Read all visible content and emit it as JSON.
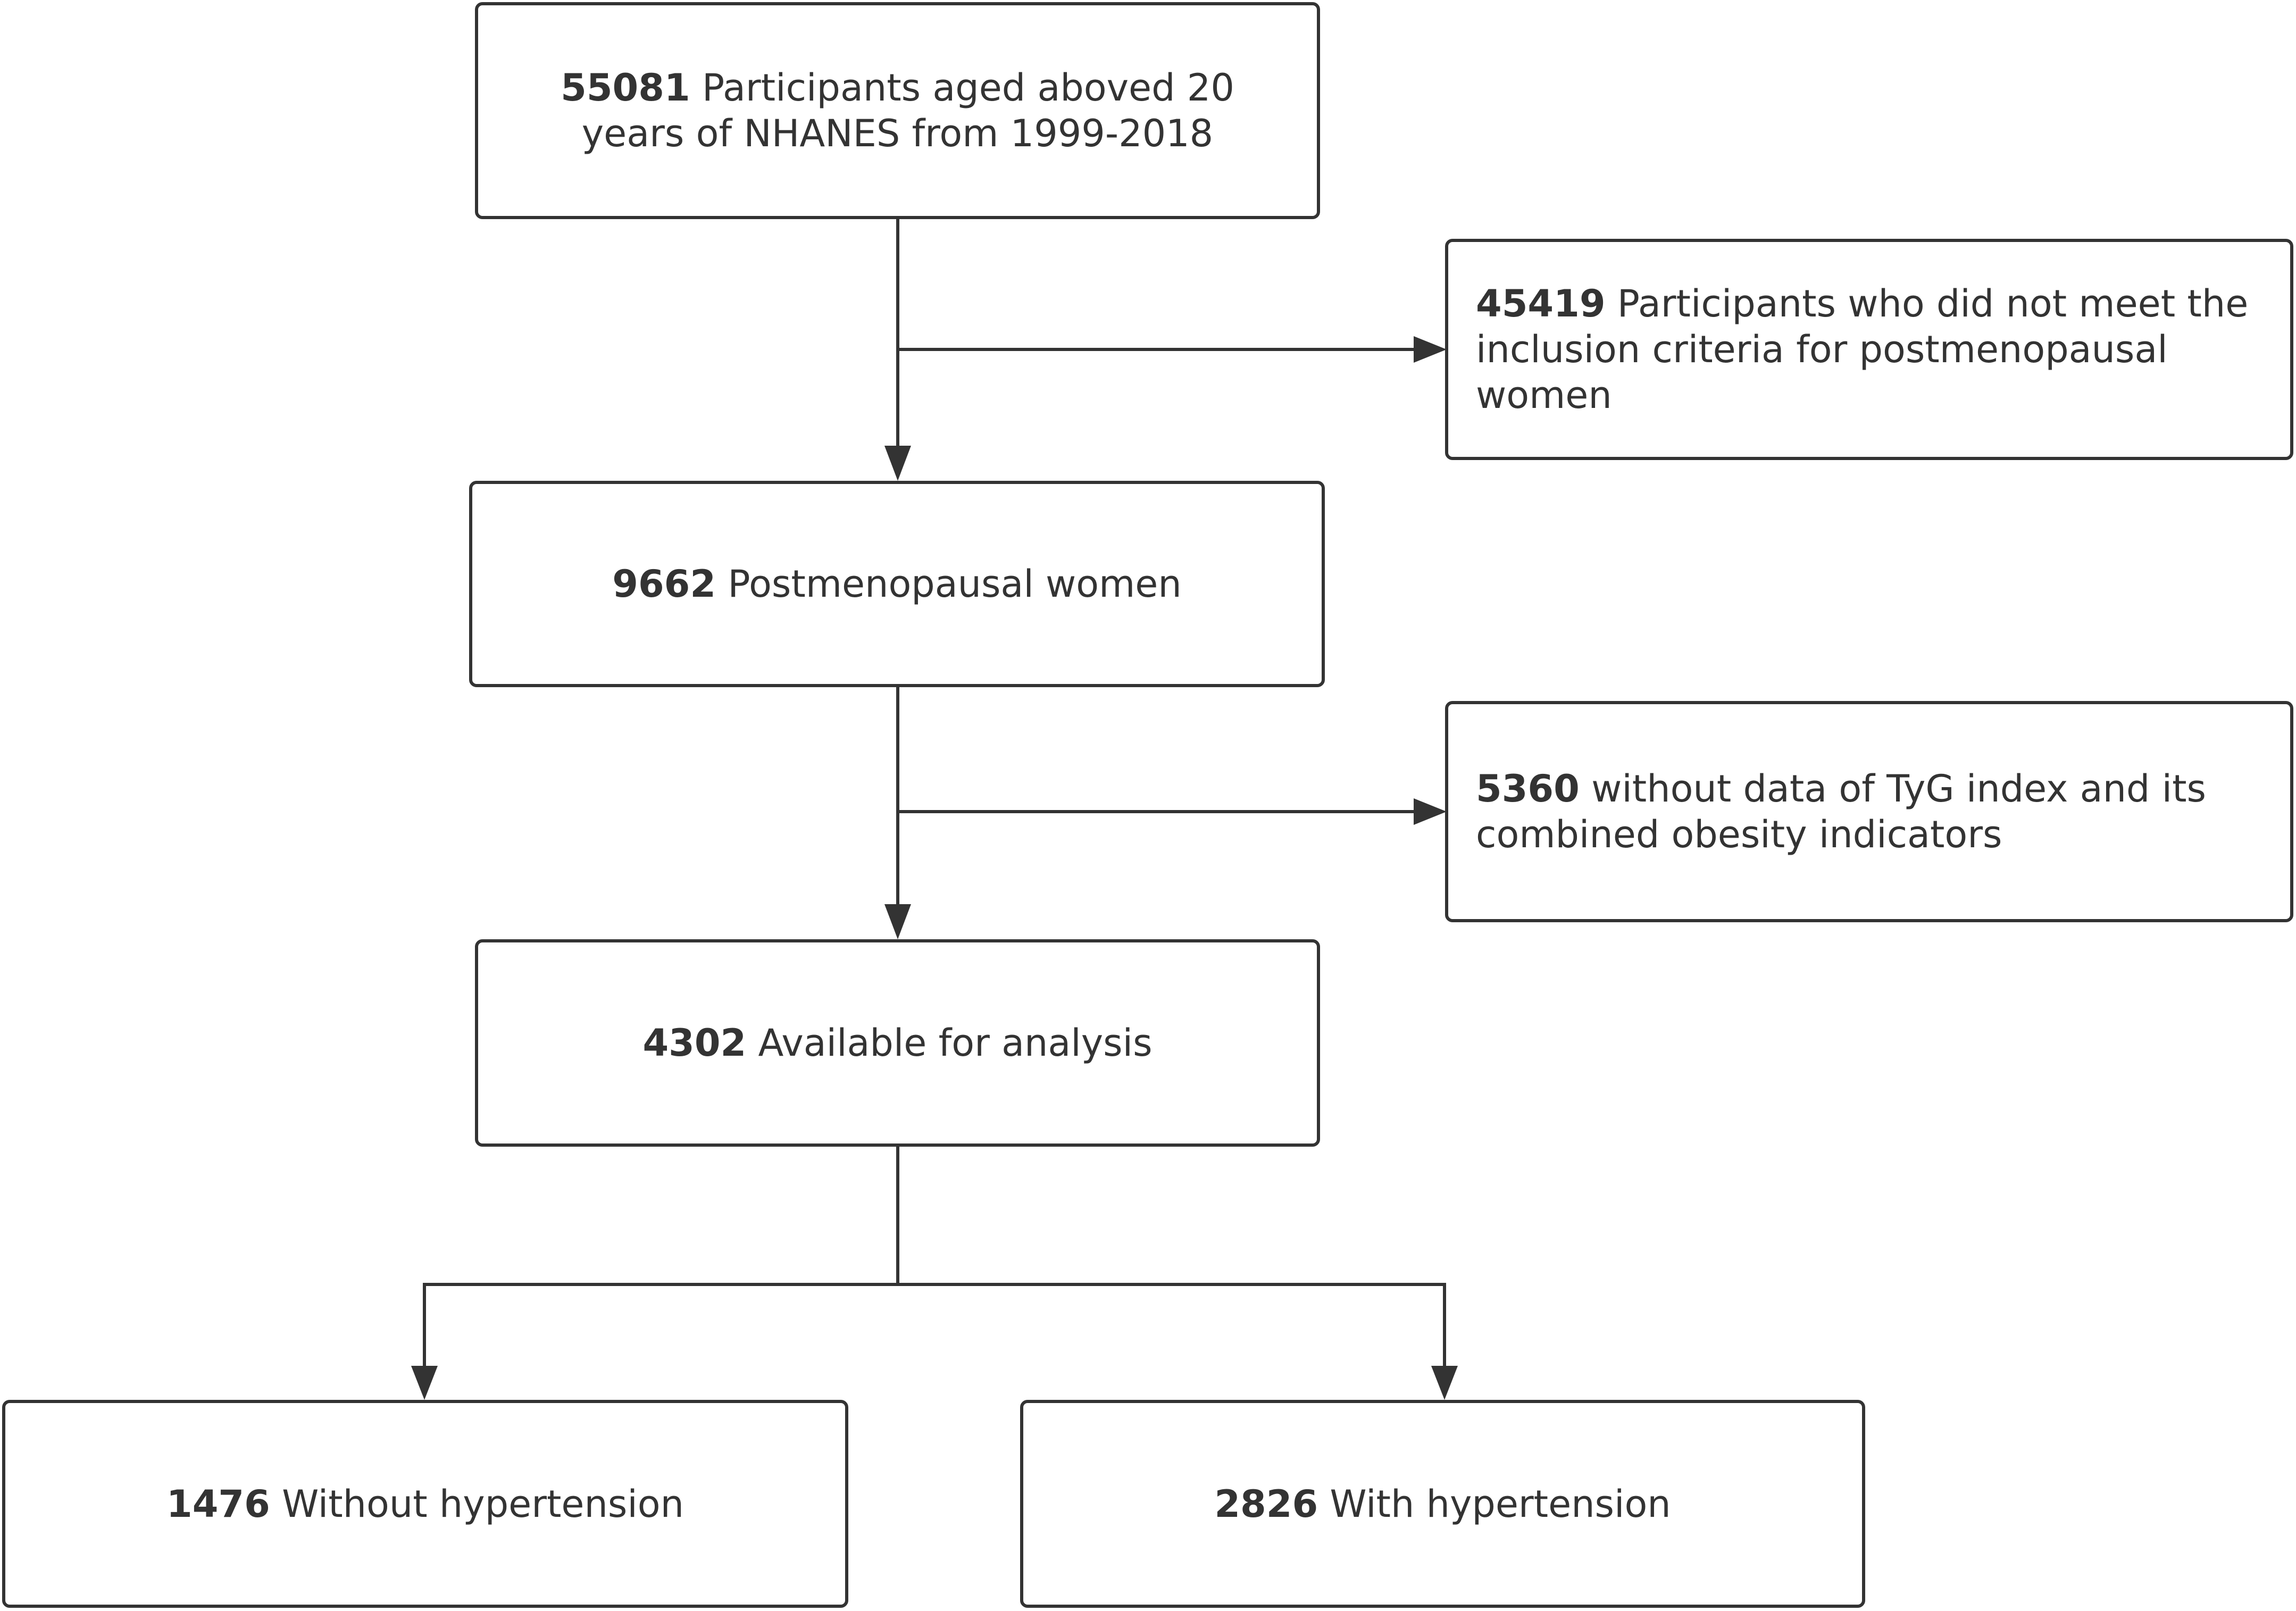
{
  "flowchart": {
    "nodes": {
      "start": {
        "count": "55081",
        "text": "Participants aged aboved 20 years of NHANES from 1999-2018"
      },
      "exclusion1": {
        "count": "45419",
        "text": "Participants who did not meet the inclusion criteria for postmenopausal women"
      },
      "postmenopausal": {
        "count": "9662",
        "text": "Postmenopausal women"
      },
      "exclusion2": {
        "count": "5360",
        "text": "without  data of TyG index and its combined obesity indicators"
      },
      "analysis": {
        "count": "4302",
        "text": "Available for  analysis"
      },
      "no_htn": {
        "count": "1476",
        "text": "Without hypertension"
      },
      "htn": {
        "count": "2826",
        "text": "With hypertension"
      }
    }
  }
}
